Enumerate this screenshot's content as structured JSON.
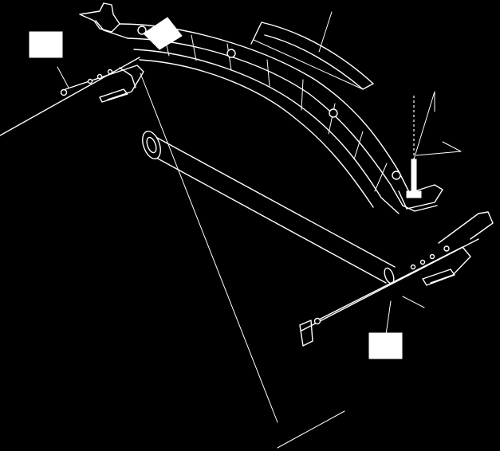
{
  "diagram": {
    "colors": {
      "background": "#000000",
      "line": "#ffffff",
      "callout_box": "#ffffff"
    },
    "callout_boxes": [
      {
        "id": "callout-box-left",
        "text": ""
      },
      {
        "id": "callout-box-right",
        "text": ""
      }
    ],
    "parts": [
      "curved-support-rail",
      "support-tube",
      "left-bracket",
      "right-bracket",
      "bolt"
    ]
  }
}
